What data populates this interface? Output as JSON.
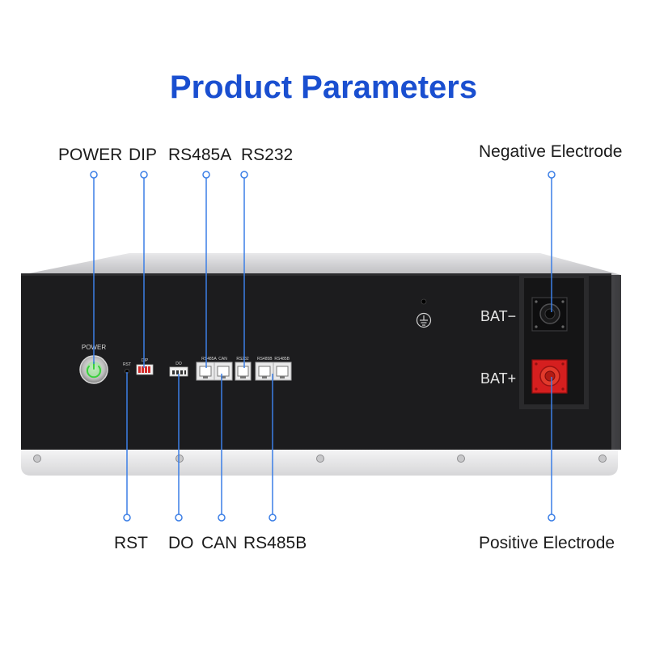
{
  "title": "Product Parameters",
  "callouts_top": {
    "power": "POWER",
    "dip": "DIP",
    "rs485a": "RS485A",
    "rs232": "RS232",
    "negative": "Negative Electrode"
  },
  "callouts_bottom": {
    "rst": "RST",
    "do": "DO",
    "can": "CAN",
    "rs485b": "RS485B",
    "positive": "Positive Electrode"
  },
  "panel_labels": {
    "power": "POWER",
    "rst": "RST",
    "dip": "DIP",
    "do": "DO",
    "rs485a_can": "RS485A  CAN",
    "rs232": "RS232",
    "rs485b_pair": "RS485B  RS485B",
    "bat_minus": "BAT−",
    "bat_plus": "BAT+"
  },
  "colors": {
    "title": "#1a4fd0",
    "leader": "#3c7fe6",
    "panel": "#1c1c1e",
    "terminal_red": "#d51f1f",
    "power_led": "#39d13c"
  },
  "icons": {
    "ground": "ground-symbol-icon"
  }
}
